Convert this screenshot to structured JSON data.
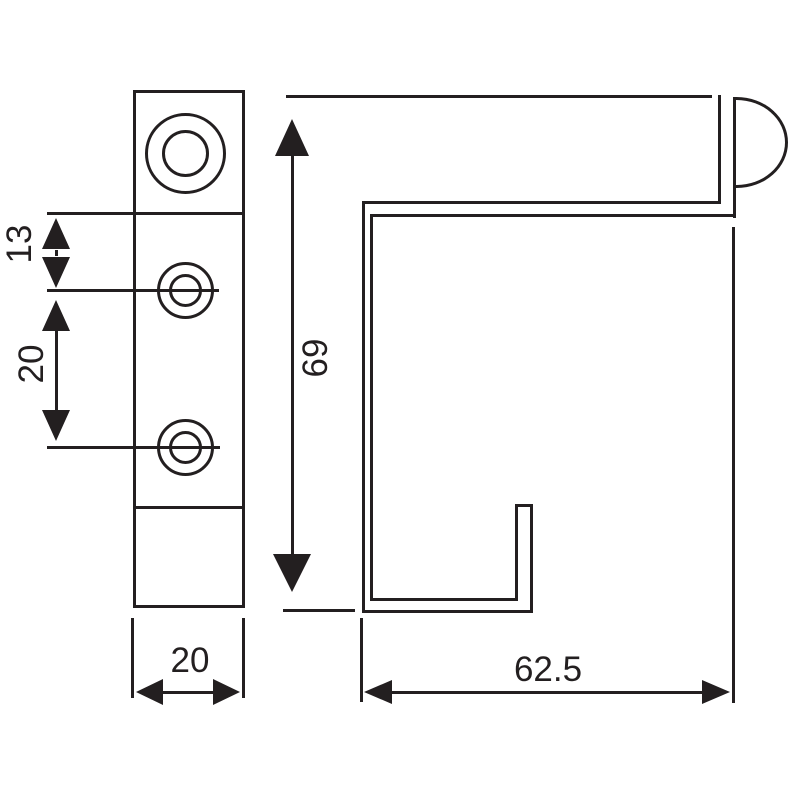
{
  "drawing": {
    "background_color": "#ffffff",
    "line_color": "#231f20",
    "front_view": {
      "hole_top_offset_label": "13",
      "hole_spacing_label": "20",
      "plate_width_label": "20"
    },
    "side_view": {
      "height_label": "69",
      "depth_label": "62.5"
    }
  }
}
